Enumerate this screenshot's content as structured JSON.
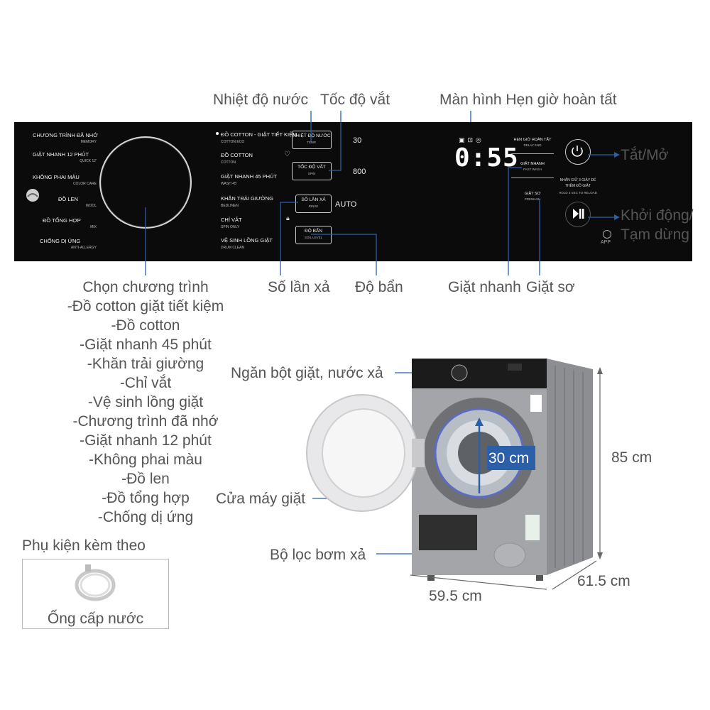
{
  "callouts": {
    "water_temp": "Nhiệt độ nước",
    "spin_speed": "Tốc độ vắt",
    "delay_display": "Màn hình Hẹn giờ hoàn tất",
    "power": "Tắt/Mở",
    "start_pause_line1": "Khởi động/",
    "start_pause_line2": "Tạm dừng",
    "rinse_count": "Số lần xả",
    "soil_level": "Độ bẩn",
    "quick_wash": "Giặt nhanh",
    "prewash": "Giặt sơ",
    "detergent_drawer": "Ngăn bột giặt, nước xả",
    "door": "Cửa máy giặt",
    "pump_filter": "Bộ lọc bơm xả",
    "door_diameter": "30 cm"
  },
  "dimensions": {
    "height": "85 cm",
    "depth": "61.5 cm",
    "width": "59.5 cm"
  },
  "program_list": {
    "title": "Chọn chương trình",
    "items": [
      "-Đồ cotton giặt tiết kiệm",
      "-Đồ cotton",
      "-Giặt nhanh 45 phút",
      "-Khăn trải giường",
      "-Chỉ vắt",
      "-Vệ sinh lồng giặt",
      "-Chương trình đã nhớ",
      "-Giặt nhanh 12 phút",
      "-Không phai màu",
      "-Đồ len",
      "-Đồ tổng hợp",
      "-Chống dị ứng"
    ]
  },
  "accessory": {
    "title": "Phụ kiện kèm theo",
    "item": "Ống cấp nước"
  },
  "panel": {
    "left_programs": [
      {
        "name": "CHƯƠNG TRÌNH ĐÃ NHỚ",
        "sub": "MEMORY"
      },
      {
        "name": "GIẶT NHANH 12 PHÚT",
        "sub": "QUICK 12'"
      },
      {
        "name": "KHÔNG PHAI MÀU",
        "sub": "COLOR CARE"
      },
      {
        "name": "ĐỒ LEN",
        "sub": "WOOL"
      },
      {
        "name": "ĐỒ TỔNG HỢP",
        "sub": "MIX"
      },
      {
        "name": "CHỐNG DỊ ỨNG",
        "sub": "ANTI-ALLERGY"
      }
    ],
    "right_programs": [
      {
        "name": "ĐỒ COTTON - GIẶT TIẾT KIỆM",
        "sub": "COTTON ECO"
      },
      {
        "name": "ĐỒ COTTON",
        "sub": "COTTON"
      },
      {
        "name": "GIẶT NHANH 45 PHÚT",
        "sub": "WASH 45'"
      },
      {
        "name": "KHĂN TRẢI GIƯỜNG",
        "sub": "BEDLINEN"
      },
      {
        "name": "CHỈ VẮT",
        "sub": "SPIN ONLY"
      },
      {
        "name": "VỆ SINH LỒNG GIẶT",
        "sub": "DRUM CLEAN"
      }
    ],
    "buttons": {
      "temp": {
        "label": "NHIỆT ĐỘ NƯỚC",
        "sub": "TEMP.",
        "value": "30"
      },
      "spin": {
        "label": "TỐC ĐỘ VẮT",
        "sub": "SPIN",
        "value": "800"
      },
      "rinse": {
        "label": "SỐ LẦN XẢ",
        "sub": "RINSE",
        "value": "AUTO"
      },
      "soil": {
        "label": "ĐỘ BẨN",
        "sub": "SOIL LEVEL"
      }
    },
    "display_time": "0:55",
    "right_buttons": {
      "delay": {
        "label": "HẸN GIỜ HOÀN TẤT",
        "sub": "DELAY END"
      },
      "fast": {
        "label": "GIẶT NHANH",
        "sub": "FAST WASH"
      },
      "pre": {
        "label": "GIẶT SƠ",
        "sub": "PREWASH"
      }
    },
    "hold_note_vi": "NHẤN GIỮ 3 GIÂY ĐỂ THÊM ĐỒ GIẶT",
    "hold_note_en": "HOLD 3 SEC TO RELOAD",
    "app_partial": "APP"
  },
  "colors": {
    "panel_bg": "#0b0b0b",
    "callout_line": "#2b5fa8",
    "machine_body": "#9a9c9f",
    "dimension_arrow": "#2b5fa8"
  }
}
